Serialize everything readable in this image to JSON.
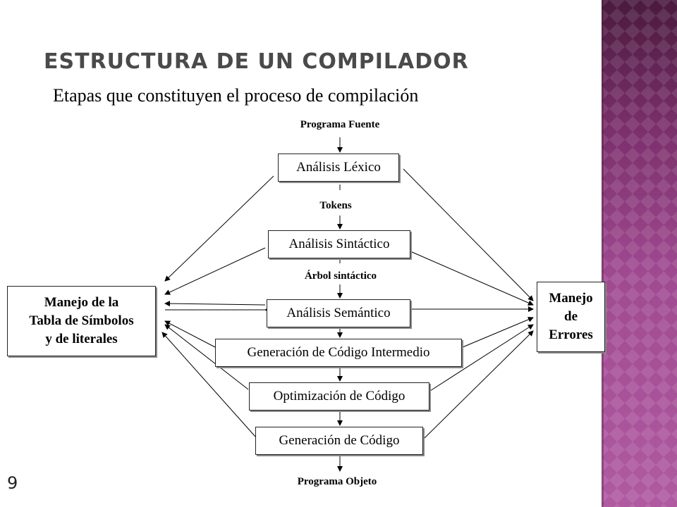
{
  "slide": {
    "title": "ESTRUCTURA DE UN COMPILADOR",
    "subtitle": "Etapas que constituyen el proceso de compilación",
    "number": "9"
  },
  "diagram": {
    "input_label": "Programa Fuente",
    "output_label": "Programa Objeto",
    "tokens_label": "Tokens",
    "tree_label": "Árbol sintáctico",
    "phases": [
      "Análisis Léxico",
      "Análisis Sintáctico",
      "Análisis Semántico",
      "Generación de Código Intermedio",
      "Optimización de Código",
      "Generación de Código"
    ],
    "symbol_table": {
      "line1": "Manejo de la",
      "line2": "Tabla de Símbolos",
      "line3": "y de literales"
    },
    "errors": {
      "line1": "Manejo",
      "line2": "de",
      "line3": "Errores"
    }
  },
  "colors": {
    "title": "#4a4a4a",
    "sidebar": "#a04a92"
  }
}
